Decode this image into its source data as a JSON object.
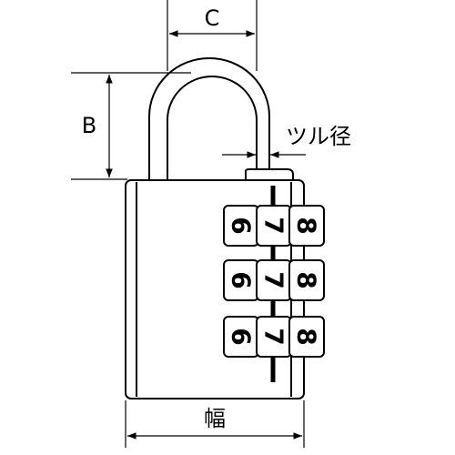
{
  "dimensions": {
    "shackle_width_label": "C",
    "shackle_height_label": "B",
    "shackle_diameter_label": "ツル径",
    "body_width_label": "幅"
  },
  "dials": {
    "rows": [
      {
        "digits": [
          "6",
          "7",
          "8"
        ]
      },
      {
        "digits": [
          "6",
          "7",
          "8"
        ]
      },
      {
        "digits": [
          "6",
          "7",
          "8"
        ]
      }
    ]
  },
  "colors": {
    "line": "#000000",
    "background": "#ffffff"
  }
}
